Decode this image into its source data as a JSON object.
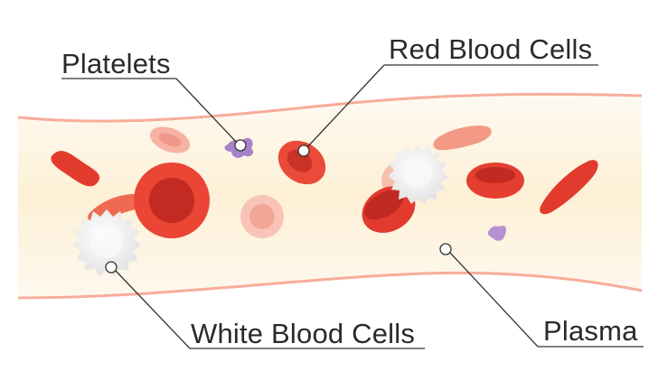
{
  "labels": {
    "platelets": "Platelets",
    "red_blood_cells": "Red Blood Cells",
    "white_blood_cells": "White Blood Cells",
    "plasma": "Plasma"
  },
  "colors": {
    "plasma": "#fdf1d8",
    "vessel_wall": "#f26b4e",
    "red_cell": "#e23b2e",
    "red_cell_dark": "#c42a22",
    "faded_red_cell": "#f7b0a2",
    "white_cell": "#f2f2f2",
    "platelet": "#a882c9",
    "leader_line": "#333333"
  }
}
